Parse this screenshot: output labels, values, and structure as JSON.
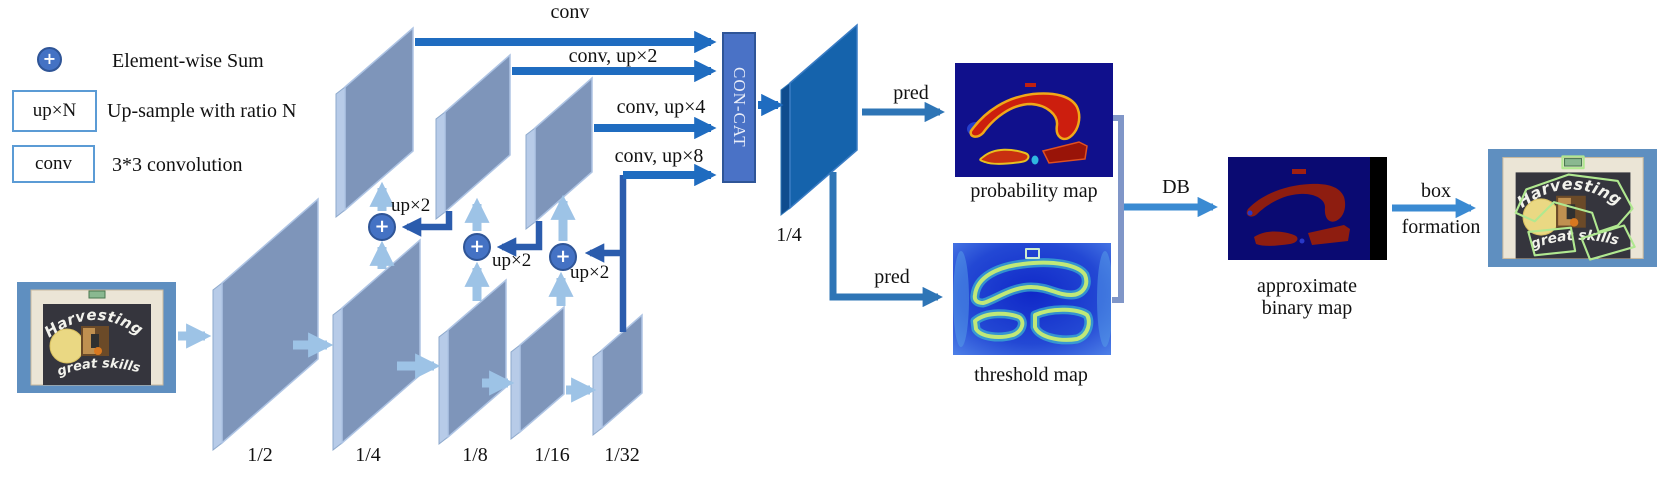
{
  "legend": {
    "plus": "+",
    "sum_label": "Element-wise Sum",
    "upsample_box_label": "up×N",
    "upsample_desc": "Up-sample with ratio N",
    "conv_box_label": "conv",
    "conv_desc": "3*3 convolution"
  },
  "backbone": {
    "scales": [
      "1/2",
      "1/4",
      "1/8",
      "1/16",
      "1/32"
    ],
    "upsample_tags": [
      "up×2",
      "up×2",
      "up×2"
    ]
  },
  "neck": {
    "conv_arrow_labels": [
      "conv",
      "conv, up×2",
      "conv, up×4",
      "conv, up×8"
    ],
    "concat": "CON-CAT",
    "fused_scale": "1/4"
  },
  "head": {
    "pred_top": "pred",
    "pred_bottom": "pred",
    "probability_map": "probability map",
    "threshold_map": "threshold map",
    "db": "DB",
    "approx_line1": "approximate",
    "approx_line2": "binary map",
    "box_line1": "box",
    "box_line2": "formation"
  },
  "photo": {
    "word_top": "Harvesting",
    "word_bottom": "great skills"
  },
  "colors": {
    "sheet_face": "#7e95ba",
    "sheet_edge": "#b7cbe8",
    "fused_face": "#1563ac",
    "arrow_light": "#9dc3e6",
    "arrow_conv": "#1f6cc0",
    "arrow_navy": "#2b5cad",
    "arrow_pred": "#2e75b6",
    "arrow_sky": "#3a8ad2",
    "concat_fill": "#4a72c6",
    "plus_fill": "#4472c4",
    "legend_box_border": "#5b9bd5"
  }
}
